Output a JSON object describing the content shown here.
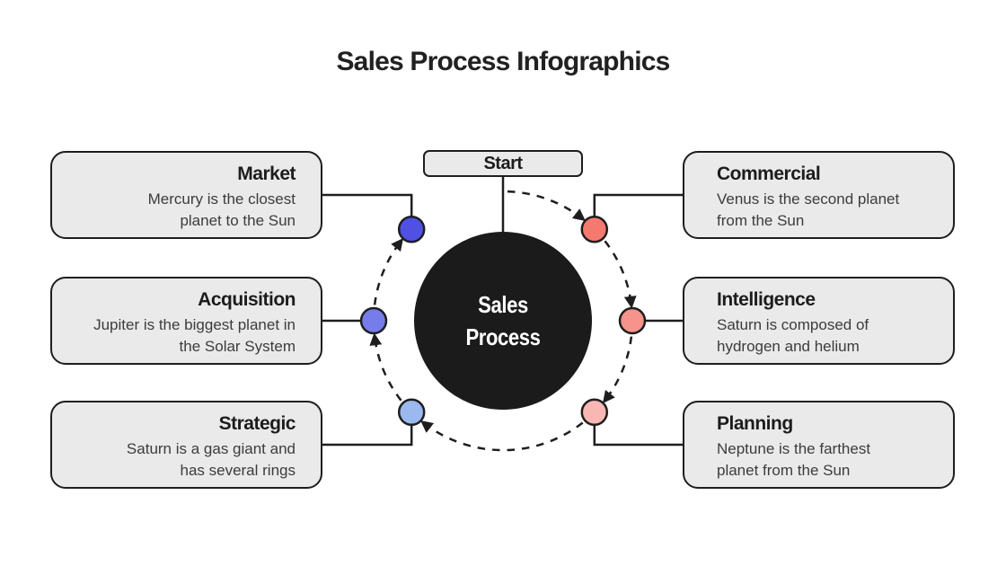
{
  "title": "Sales Process Infographics",
  "start": {
    "label": "Start"
  },
  "center": {
    "label_line1": "Sales",
    "label_line2": "Process",
    "color": "#1b1b1b",
    "text_color": "#ffffff"
  },
  "steps": [
    {
      "title": "Market",
      "description": "Mercury is the closest planet to the Sun",
      "side": "left",
      "dot_color": "#5050e3"
    },
    {
      "title": "Acquisition",
      "description": "Jupiter is the biggest planet in the Solar System",
      "side": "left",
      "dot_color": "#767cea"
    },
    {
      "title": "Strategic",
      "description": "Saturn is a gas giant and has several rings",
      "side": "left",
      "dot_color": "#9bb9ef"
    },
    {
      "title": "Commercial",
      "description": "Venus is the second planet from the Sun",
      "side": "right",
      "dot_color": "#f4796e"
    },
    {
      "title": "Intelligence",
      "description": "Saturn is composed of hydrogen and helium",
      "side": "right",
      "dot_color": "#f6938c"
    },
    {
      "title": "Planning",
      "description": "Neptune is the farthest planet from the Sun",
      "side": "right",
      "dot_color": "#f9b7b3"
    }
  ],
  "colors": {
    "background": "#ffffff",
    "card_fill": "#ebeaea",
    "outline": "#1e1e1e"
  }
}
